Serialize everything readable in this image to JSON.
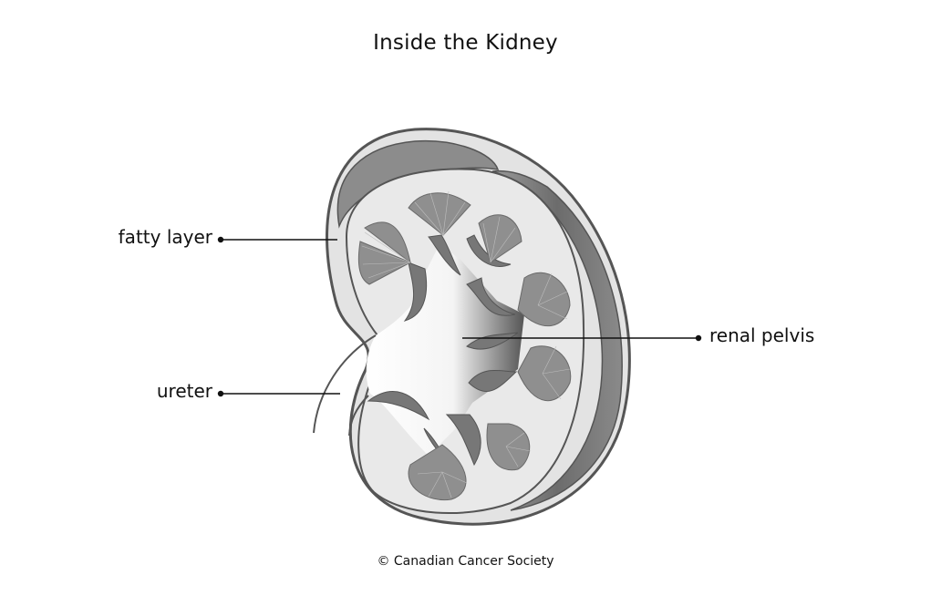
{
  "title": "Inside the Kidney",
  "labels": {
    "fatty_layer": "fatty layer",
    "ureter": "ureter",
    "renal_pelvis": "renal pelvis"
  },
  "credit": "© Canadian Cancer Society"
}
